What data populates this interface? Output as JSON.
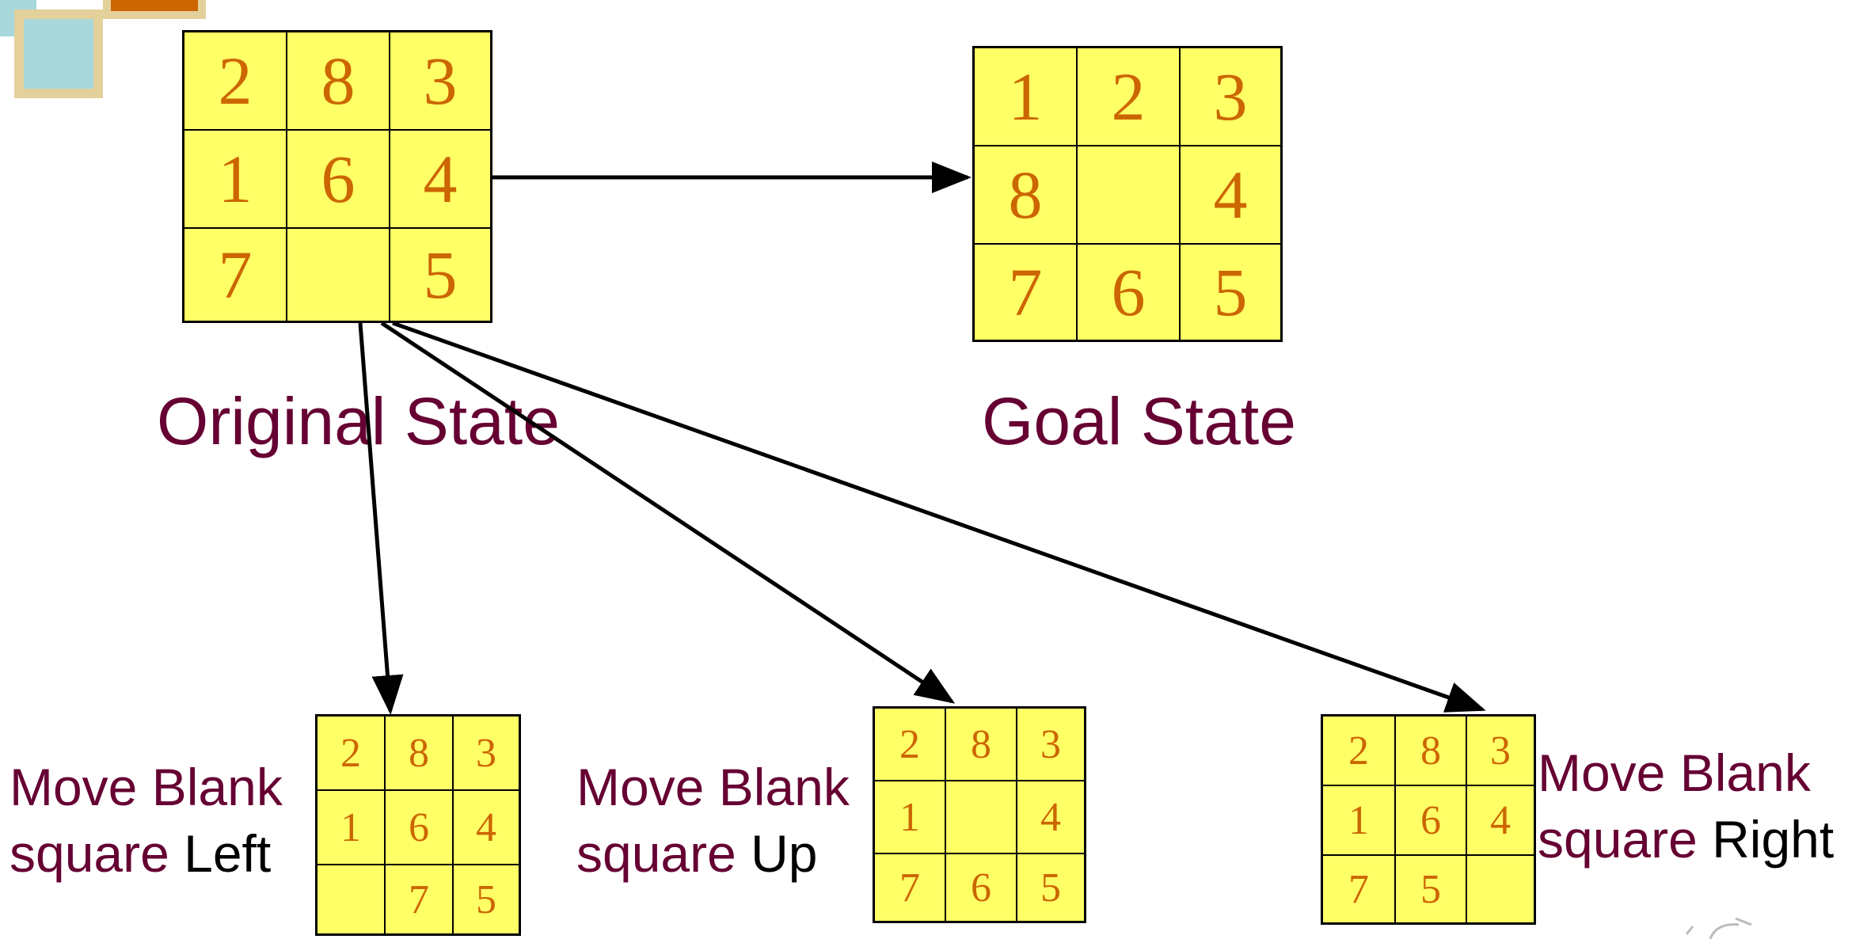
{
  "colors": {
    "tile_bg": "#ffff66",
    "digit": "#cc6600",
    "caption": "#660033",
    "direction_word": "#000000"
  },
  "original": {
    "label": "Original State",
    "tiles": [
      "2",
      "8",
      "3",
      "1",
      "6",
      "4",
      "7",
      "",
      "5"
    ]
  },
  "goal": {
    "label": "Goal State",
    "tiles": [
      "1",
      "2",
      "3",
      "8",
      "",
      "4",
      "7",
      "6",
      "5"
    ]
  },
  "moves": [
    {
      "line1": "Move Blank",
      "line2_prefix": "square ",
      "direction": "Left",
      "tiles": [
        "2",
        "8",
        "3",
        "1",
        "6",
        "4",
        "",
        "7",
        "5"
      ]
    },
    {
      "line1": "Move Blank",
      "line2_prefix": "square ",
      "direction": "Up",
      "tiles": [
        "2",
        "8",
        "3",
        "1",
        "",
        "4",
        "7",
        "6",
        "5"
      ]
    },
    {
      "line1": "Move Blank",
      "line2_prefix": "square ",
      "direction": "Right",
      "tiles": [
        "2",
        "8",
        "3",
        "1",
        "6",
        "4",
        "7",
        "5",
        ""
      ]
    }
  ]
}
